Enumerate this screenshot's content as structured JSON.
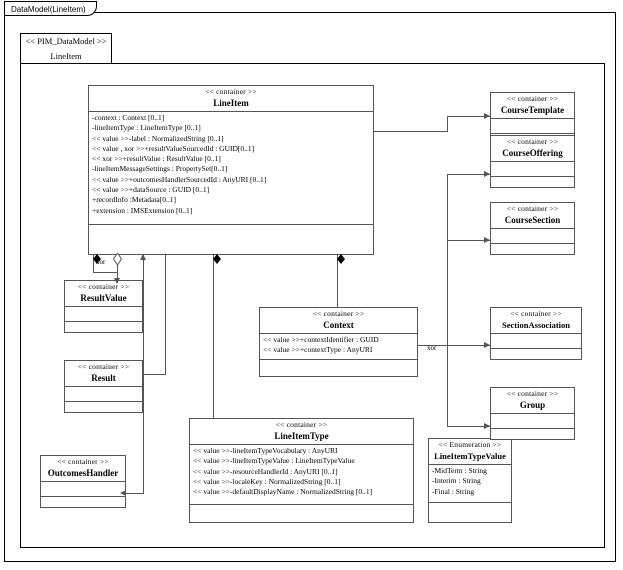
{
  "frame": {
    "tab_label": "DataModel(LineItem)"
  },
  "package": {
    "stereotype": "<< PIM_DataModel >>",
    "name": "LineItem"
  },
  "classes": {
    "lineitem": {
      "stereotype": "<< container >>",
      "name": "LineItem",
      "attributes": [
        "-context : Context [0..1]",
        "-lineItemType : LineItemType [0..1]",
        "<< value >>-label : NormalizedString  [0..1]",
        "<< value , xor >>+resultValueSourcedId  : GUID[0..1]",
        "<< xor >>+resultValue : ResultValue [0..1]",
        "-lineItemMessageSettings  : PropertySet[0..1]",
        "<< value >>+outcomesHandlerSourcedId : AnyURI [0..1]",
        "<< value >>+dataSource : GUID [0..1]",
        "+recordInfo :Metadata[0..1]",
        "+extension : IMSExtension [0..1]"
      ]
    },
    "resultvalue": {
      "stereotype": "<< container >>",
      "name": "ResultValue",
      "attributes": []
    },
    "result": {
      "stereotype": "<< container >>",
      "name": "Result",
      "attributes": []
    },
    "outcomeshandler": {
      "stereotype": "<< container >>",
      "name": "OutcomesHandler",
      "attributes": []
    },
    "context": {
      "stereotype": "<< container >>",
      "name": "Context",
      "attributes": [
        "<< value >>+contextIdentifier  : GUID",
        "<< value >>+contextType : AnyURI"
      ]
    },
    "lineitemtype": {
      "stereotype": "<< container >>",
      "name": "LineItemType",
      "attributes": [
        "<< value >>-lineItemTypeVocabulary   : AnyURI",
        "<< value >>-lineItemTypeValue  : LineItemTypeValue",
        "<< value >>-resourceHandlerId : AnyURI [0..1]",
        "<< value >>-localeKey : NormalizedString  [0..1]",
        "<< value >>-defaultDisplayName  : NormalizedString  [0..1]"
      ]
    },
    "lineitemtypevalue": {
      "stereotype": "<< Enumeration  >>",
      "name": "LineItemTypeValue",
      "attributes": [
        "-MidTerm : String",
        "-Interim : String",
        "-Final : String"
      ]
    },
    "coursetemplate": {
      "stereotype": "<< container >>",
      "name": "CourseTemplate",
      "attributes": []
    },
    "courseoffering": {
      "stereotype": "<< container >>",
      "name": "CourseOffering",
      "attributes": []
    },
    "coursesection": {
      "stereotype": "<< container >>",
      "name": "CourseSection",
      "attributes": []
    },
    "sectionassociation": {
      "stereotype": "<< container >>",
      "name": "SectionAssociation",
      "attributes": []
    },
    "group": {
      "stereotype": "<< container >>",
      "name": "Group",
      "attributes": []
    }
  },
  "connectors": {
    "xor_left_label": "xor",
    "xor_right_label": "xor"
  },
  "colors": {
    "background": "#ffffff",
    "line": "#555555",
    "text": "#000000",
    "border": "#000000"
  }
}
